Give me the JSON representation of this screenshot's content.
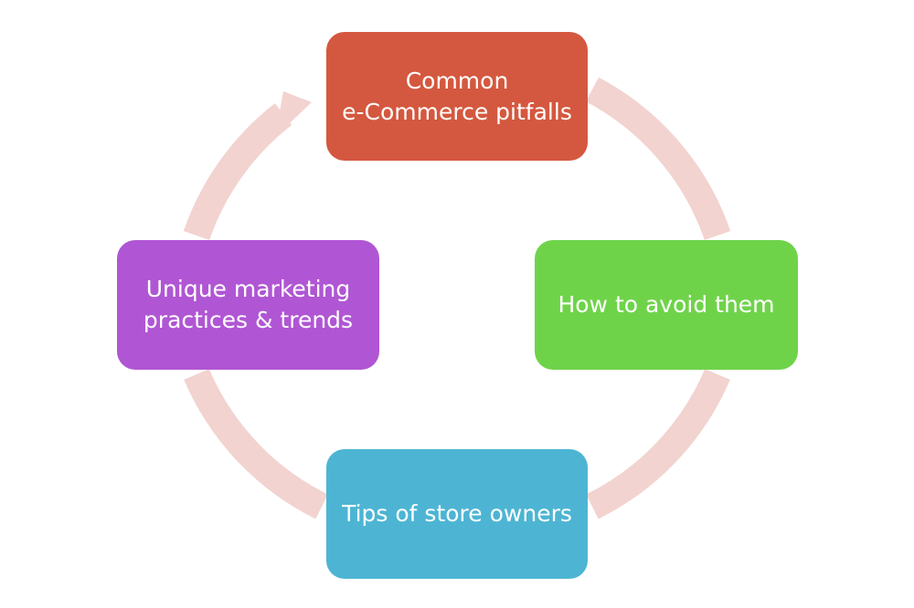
{
  "diagram": {
    "type": "cycle",
    "colors": {
      "ring": "#f2d3cf",
      "top": "#d4583f",
      "right": "#6fd34a",
      "bottom": "#4db5d3",
      "left": "#b056d4",
      "text": "#ffffff"
    },
    "nodes": {
      "top": {
        "lines": [
          "Common",
          "e-Commerce pitfalls"
        ]
      },
      "right": {
        "lines": [
          "How to avoid them"
        ]
      },
      "bottom": {
        "lines": [
          "Tips of store owners"
        ]
      },
      "left": {
        "lines": [
          "Unique marketing",
          "practices & trends"
        ]
      }
    }
  }
}
